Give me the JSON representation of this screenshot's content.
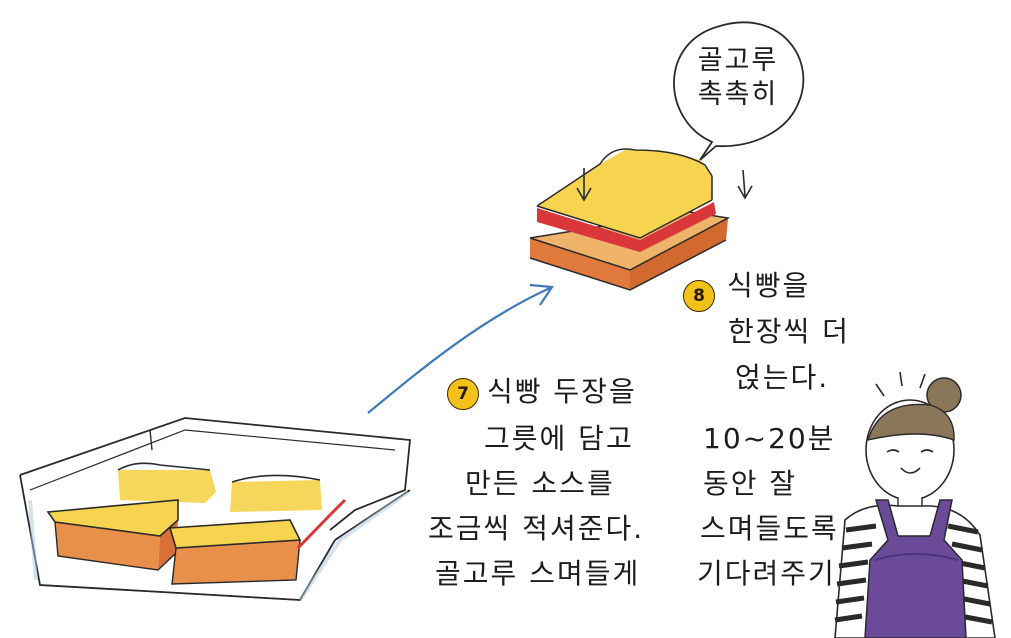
{
  "speech_bubble": {
    "line1": "골고루",
    "line2": "촉촉히"
  },
  "step7": {
    "number": "7",
    "lines": [
      "식빵 두장을",
      "그릇에 담고",
      "만든 소스를",
      "조금씩 적셔준다.",
      "골고루 스며들게"
    ]
  },
  "step8": {
    "number": "8",
    "lines": [
      "식빵을",
      "한장씩 더",
      "얹는다.",
      "10~20분",
      "동안 잘",
      "스며들도록",
      "기다려주기"
    ]
  },
  "colors": {
    "butter": "#f5d34a",
    "crust": "#e07a3c",
    "jam": "#d9373a",
    "arrow": "#3f7bb8",
    "apron": "#6b4a9a",
    "badge": "#f3c21a"
  }
}
